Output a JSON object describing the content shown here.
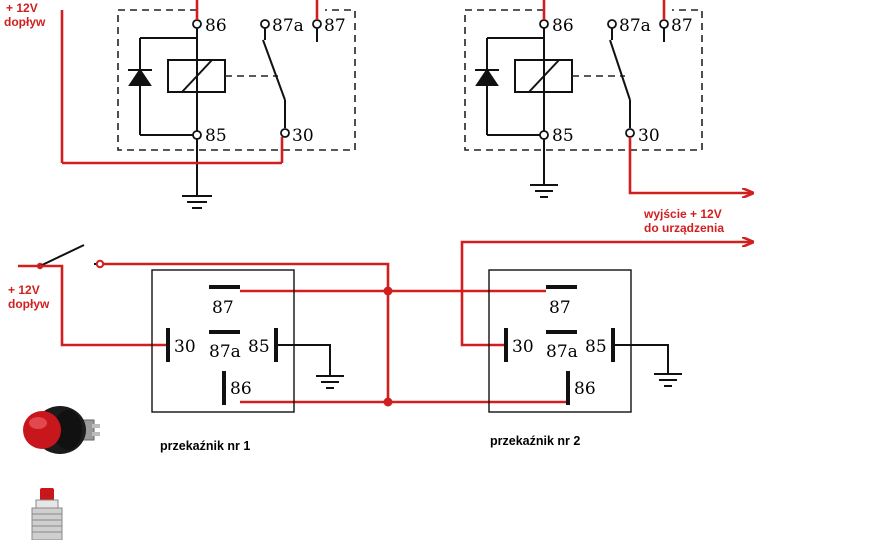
{
  "colors": {
    "wire_red": "#d11f1f",
    "wire_black": "#111111",
    "dashed": "#222222"
  },
  "top_left_relay": {
    "supply_line1": "+ 12V",
    "supply_line2": "dopływ",
    "pin_86": "86",
    "pin_87a": "87a",
    "pin_87": "87",
    "pin_85": "85",
    "pin_30": "30"
  },
  "top_right_relay": {
    "pin_86": "86",
    "pin_87a": "87a",
    "pin_87": "87",
    "pin_85": "85",
    "pin_30": "30",
    "output_line1": "wyjście + 12V",
    "output_line2": "do urządzenia"
  },
  "bottom": {
    "supply_line1": "+ 12V",
    "supply_line2": "dopływ",
    "relay1": {
      "pin_87": "87",
      "pin_30": "30",
      "pin_87a": "87a",
      "pin_85": "85",
      "pin_86": "86",
      "caption": "przekaźnik nr 1"
    },
    "relay2": {
      "pin_87": "87",
      "pin_30": "30",
      "pin_87a": "87a",
      "pin_85": "85",
      "pin_86": "86",
      "caption": "przekaźnik nr 2"
    }
  },
  "icons": {
    "push_button_round": "red-push-button-icon",
    "push_button_side": "push-button-side-icon"
  }
}
